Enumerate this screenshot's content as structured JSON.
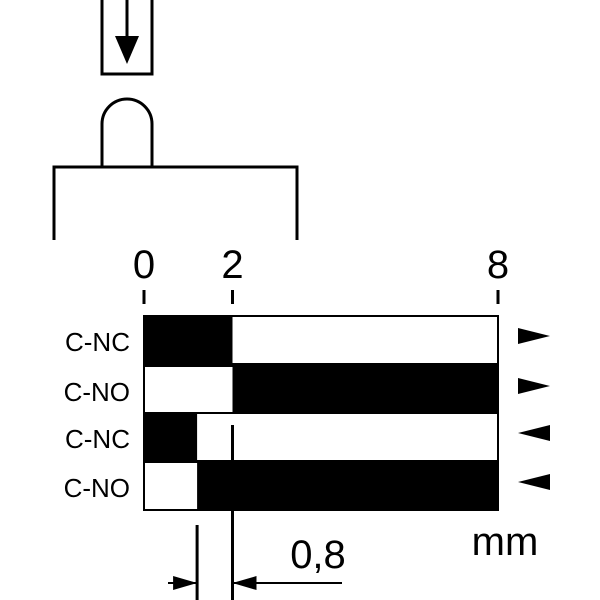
{
  "scale": {
    "min": 0,
    "max": 8,
    "ticks": [
      {
        "value": 0,
        "label": "0"
      },
      {
        "value": 2,
        "label": "2"
      },
      {
        "value": 8,
        "label": "8"
      }
    ]
  },
  "unit": "mm",
  "rows": [
    {
      "label": "C-NC",
      "fill_from": 0,
      "fill_to": 2,
      "direction": "right"
    },
    {
      "label": "C-NO",
      "fill_from": 2,
      "fill_to": 8,
      "direction": "right"
    },
    {
      "label": "C-NC",
      "fill_from": 0,
      "fill_to": 1.2,
      "direction": "left"
    },
    {
      "label": "C-NO",
      "fill_from": 1.2,
      "fill_to": 8,
      "direction": "left"
    }
  ],
  "hysteresis": {
    "from": 1.2,
    "to": 2,
    "label": "0,8"
  },
  "colors": {
    "ink": "#000000",
    "paper": "#ffffff"
  },
  "icons": [
    "push-arrow-icon",
    "plunger-icon",
    "switch-body-icon",
    "direction-arrow-icon",
    "dimension-arrow-icon"
  ]
}
